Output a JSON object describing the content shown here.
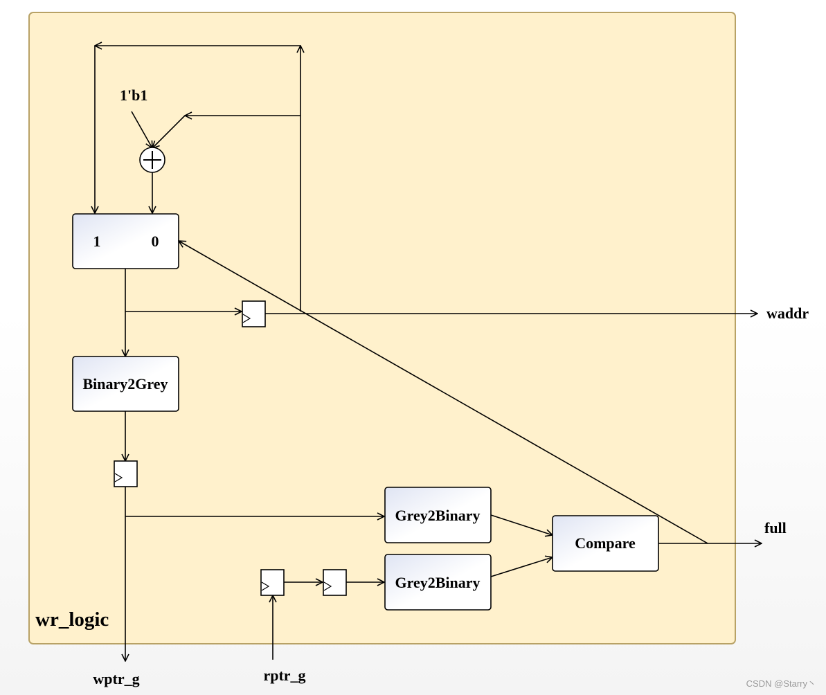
{
  "module": {
    "name": "wr_logic",
    "fill": "#fff1cc",
    "border": "#b8a266",
    "title_color": "#6b5600"
  },
  "blocks": {
    "mux_input_1": "1",
    "mux_input_0": "0",
    "binary2grey": "Binary2Grey",
    "grey2binary_1": "Grey2Binary",
    "grey2binary_2": "Grey2Binary",
    "compare": "Compare",
    "adder_symbol": "+"
  },
  "constants": {
    "one_bit": "1'b1"
  },
  "ports": {
    "waddr": "waddr",
    "full": "full",
    "wptr_g": "wptr_g",
    "rptr_g": "rptr_g"
  },
  "watermark": "CSDN @Starry丶"
}
